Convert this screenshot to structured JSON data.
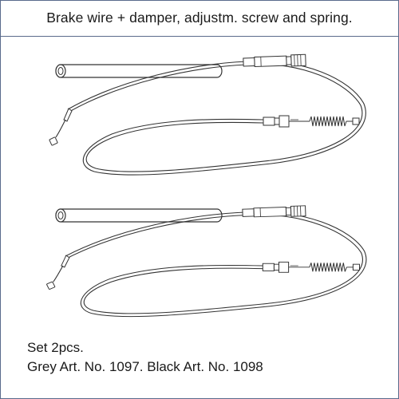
{
  "header": {
    "title": "Brake wire + damper, adjustm. screw and spring."
  },
  "footer": {
    "line1": "Set 2pcs.",
    "line2": "Grey Art. No. 1097.  Black Art. No. 1098"
  },
  "illustration": {
    "items": [
      {
        "name": "damper-tube-icon",
        "count": 2
      },
      {
        "name": "brake-wire-icon",
        "count": 2
      }
    ]
  },
  "colors": {
    "border": "#5a6b8c",
    "line": "#333333"
  }
}
